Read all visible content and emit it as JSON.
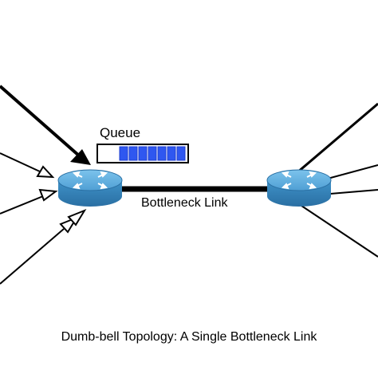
{
  "diagram": {
    "queue_label": "Queue",
    "link_label": "Bottleneck Link",
    "caption": "Dumb-bell Topology: A Single Bottleneck Link",
    "queue": {
      "slots": 8,
      "filled": 7,
      "fill_color": "#1f3fd0",
      "slot_color": "#2f57f0"
    },
    "router_color": "#3a8fc7",
    "router_top_color": "#6fb8e6",
    "line_color": "#000000"
  }
}
